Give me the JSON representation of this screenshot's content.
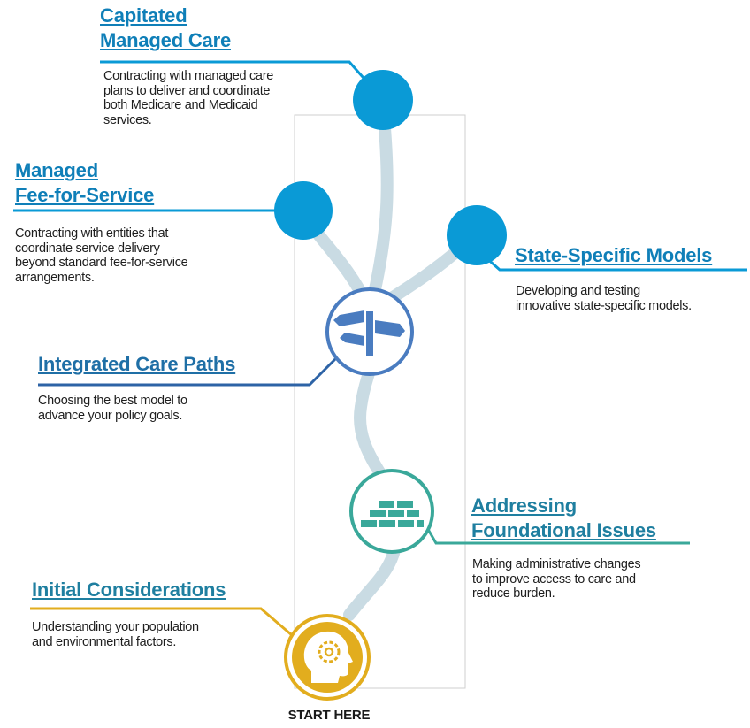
{
  "nodes": {
    "capitated": {
      "title_line1": "Capitated",
      "title_line2": "Managed Care",
      "desc": [
        "Contracting with managed care",
        "plans to deliver and coordinate",
        "both Medicare and Medicaid",
        "services."
      ]
    },
    "managed_ffs": {
      "title_line1": "Managed",
      "title_line2": "Fee-for-Service",
      "desc": [
        "Contracting with entities that",
        "coordinate service delivery",
        "beyond standard fee-for-service",
        "arrangements."
      ]
    },
    "state_specific": {
      "title": "State-Specific Models",
      "desc": [
        "Developing and testing",
        "innovative state-specific models."
      ]
    },
    "integrated": {
      "title": "Integrated Care Paths",
      "desc": [
        "Choosing the best model to",
        "advance your policy goals."
      ]
    },
    "foundational": {
      "title_line1": "Addressing",
      "title_line2": "Foundational Issues",
      "desc": [
        "Making administrative changes",
        "to improve access to care and",
        "reduce burden."
      ]
    },
    "initial": {
      "title": "Initial Considerations",
      "desc": [
        "Understanding your population",
        "and environmental factors."
      ]
    }
  },
  "start_label": "START HERE",
  "icons": {
    "initial": "head-gear-icon",
    "foundational": "brick-wall-icon",
    "integrated": "signpost-icon"
  },
  "colors": {
    "path": "#c9dbe3",
    "blue_node": "#0a9ad6",
    "integrated_ring": "#4a7cc0",
    "foundational_ring": "#3aa89a",
    "initial_fill": "#e2ad1e",
    "initial_ring": "#e2ad1e",
    "leader_blue": "#0a9ad6",
    "leader_navy": "#2d63a6",
    "leader_teal": "#3aa89a",
    "leader_gold": "#e2ad1e"
  }
}
